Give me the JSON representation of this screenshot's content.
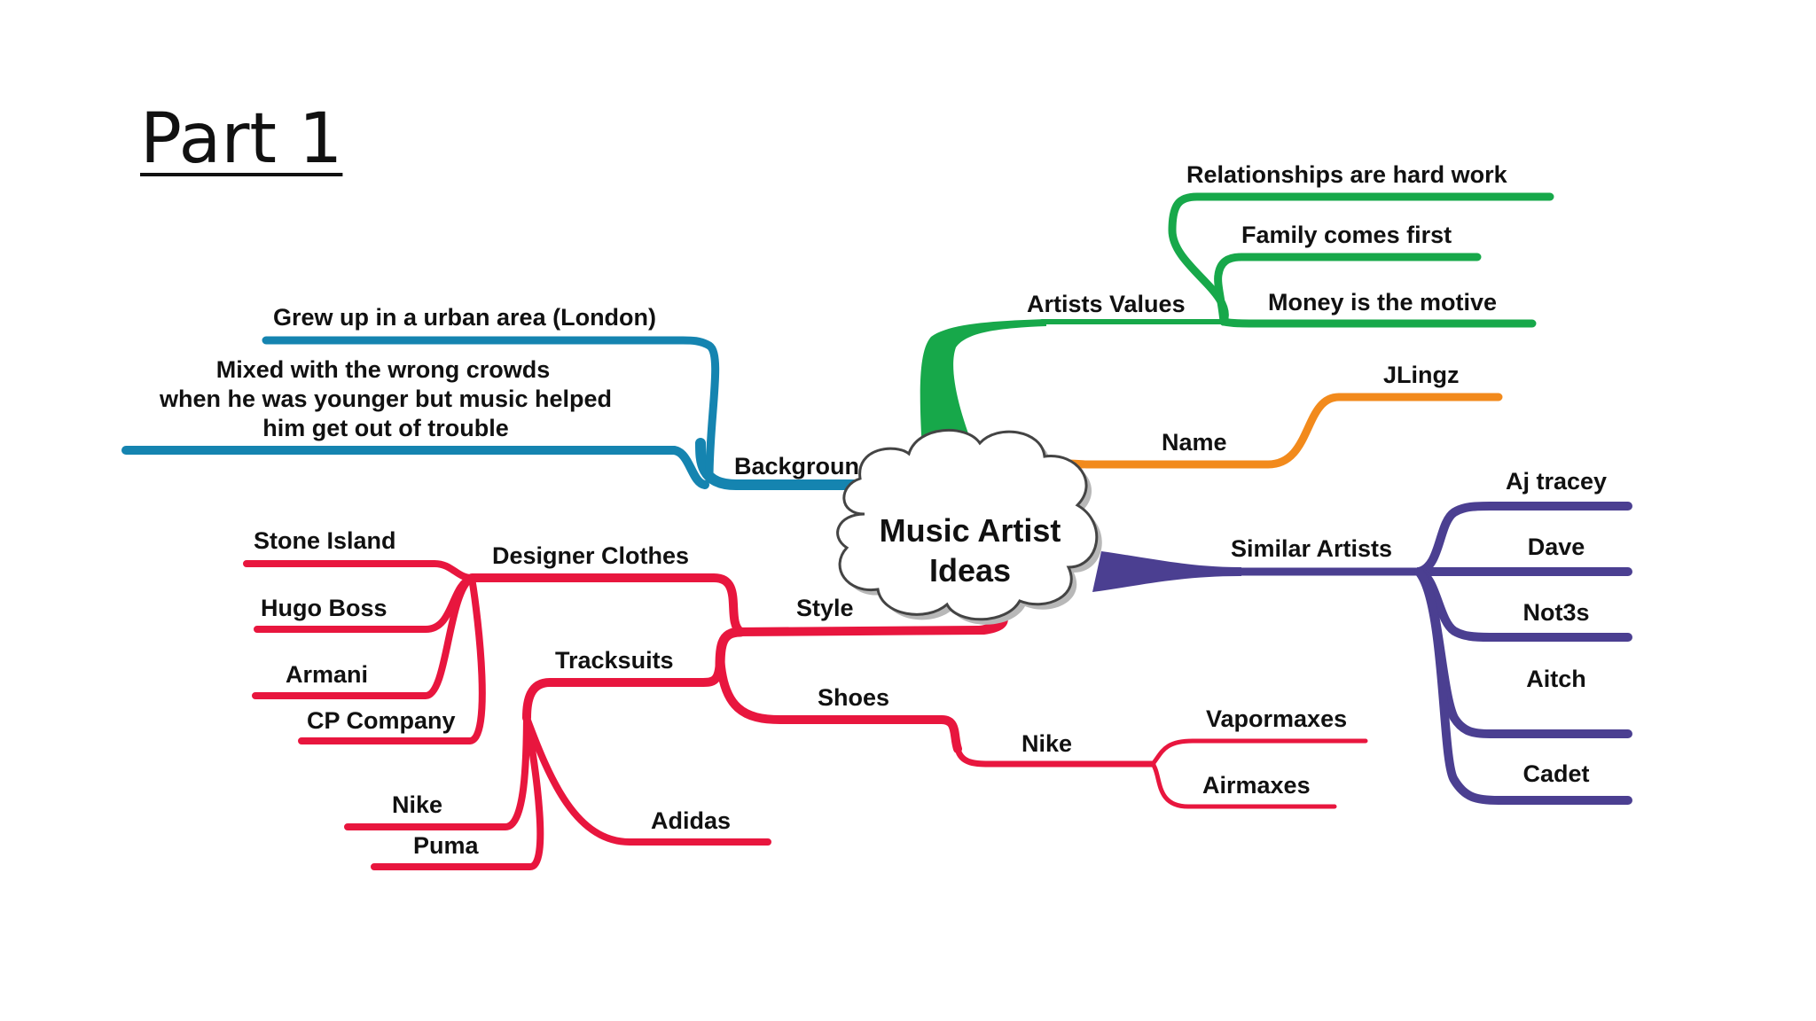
{
  "slide": {
    "title": "Part 1"
  },
  "mindmap": {
    "centre": {
      "line1": "Music Artist",
      "line2": "Ideas"
    },
    "colors": {
      "values": "#17a84a",
      "name": "#f28a1c",
      "background": "#1584b0",
      "similar": "#4b3f91",
      "style": "#e8163e"
    },
    "values": {
      "label": "Artists Values",
      "items": [
        "Relationships are hard work",
        "Family comes first",
        "Money is the motive"
      ]
    },
    "name": {
      "label": "Name",
      "items": [
        "JLingz"
      ]
    },
    "background": {
      "label": "Background",
      "item1": "Grew up in a urban area (London)",
      "item2_lines": [
        "Mixed with the wrong crowds",
        "when he was younger but music helped",
        "him get out of trouble"
      ]
    },
    "similar": {
      "label": "Similar Artists",
      "items": [
        "Aj tracey",
        "Dave",
        "Not3s",
        "Aitch",
        "",
        "Cadet"
      ]
    },
    "style": {
      "label": "Style",
      "designer": {
        "label": "Designer Clothes",
        "items": [
          "Stone Island",
          "Hugo Boss",
          "Armani",
          "CP Company"
        ]
      },
      "tracksuits": {
        "label": "Tracksuits",
        "items": [
          "Nike",
          "Puma",
          "Adidas"
        ]
      },
      "shoes": {
        "label": "Shoes",
        "nike": {
          "label": "Nike",
          "items": [
            "Vapormaxes",
            "Airmaxes"
          ]
        }
      }
    }
  }
}
